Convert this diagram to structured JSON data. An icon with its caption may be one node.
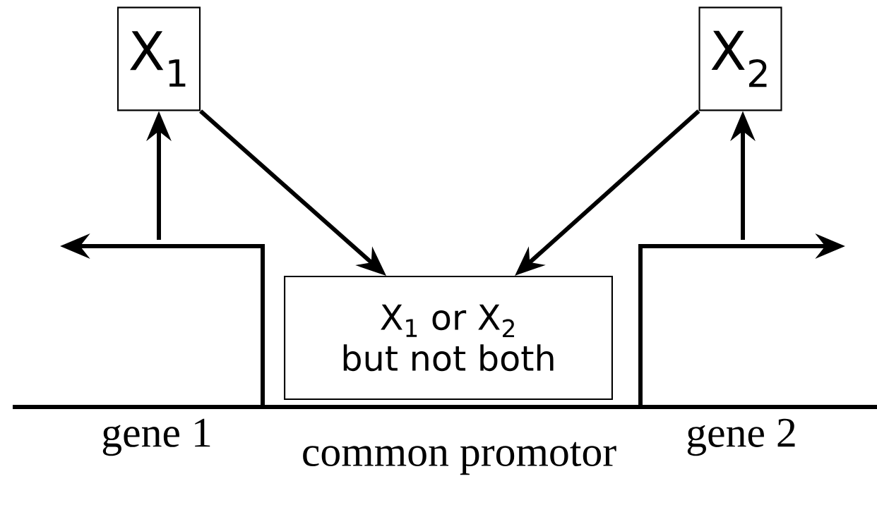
{
  "diagram": {
    "nodes": [
      {
        "text": [
          "X$_{1}$"
        ]
      },
      {
        "text": [
          "X$_{2}$"
        ]
      },
      {
        "text": [
          "X$_{1}$ or X$_{2}$ but not both"
        ]
      }
    ],
    "edges": [
      {
        "from": null,
        "to": 0,
        "arrow": "to"
      },
      {
        "from": null,
        "to": 1,
        "arrow": "to"
      },
      {
        "from": 0,
        "to": 2,
        "arrow": "to"
      },
      {
        "from": 1,
        "to": 2,
        "arrow": "to"
      }
    ],
    "labels": [
      "gene 1",
      "common promotor",
      "gene 2"
    ]
  }
}
